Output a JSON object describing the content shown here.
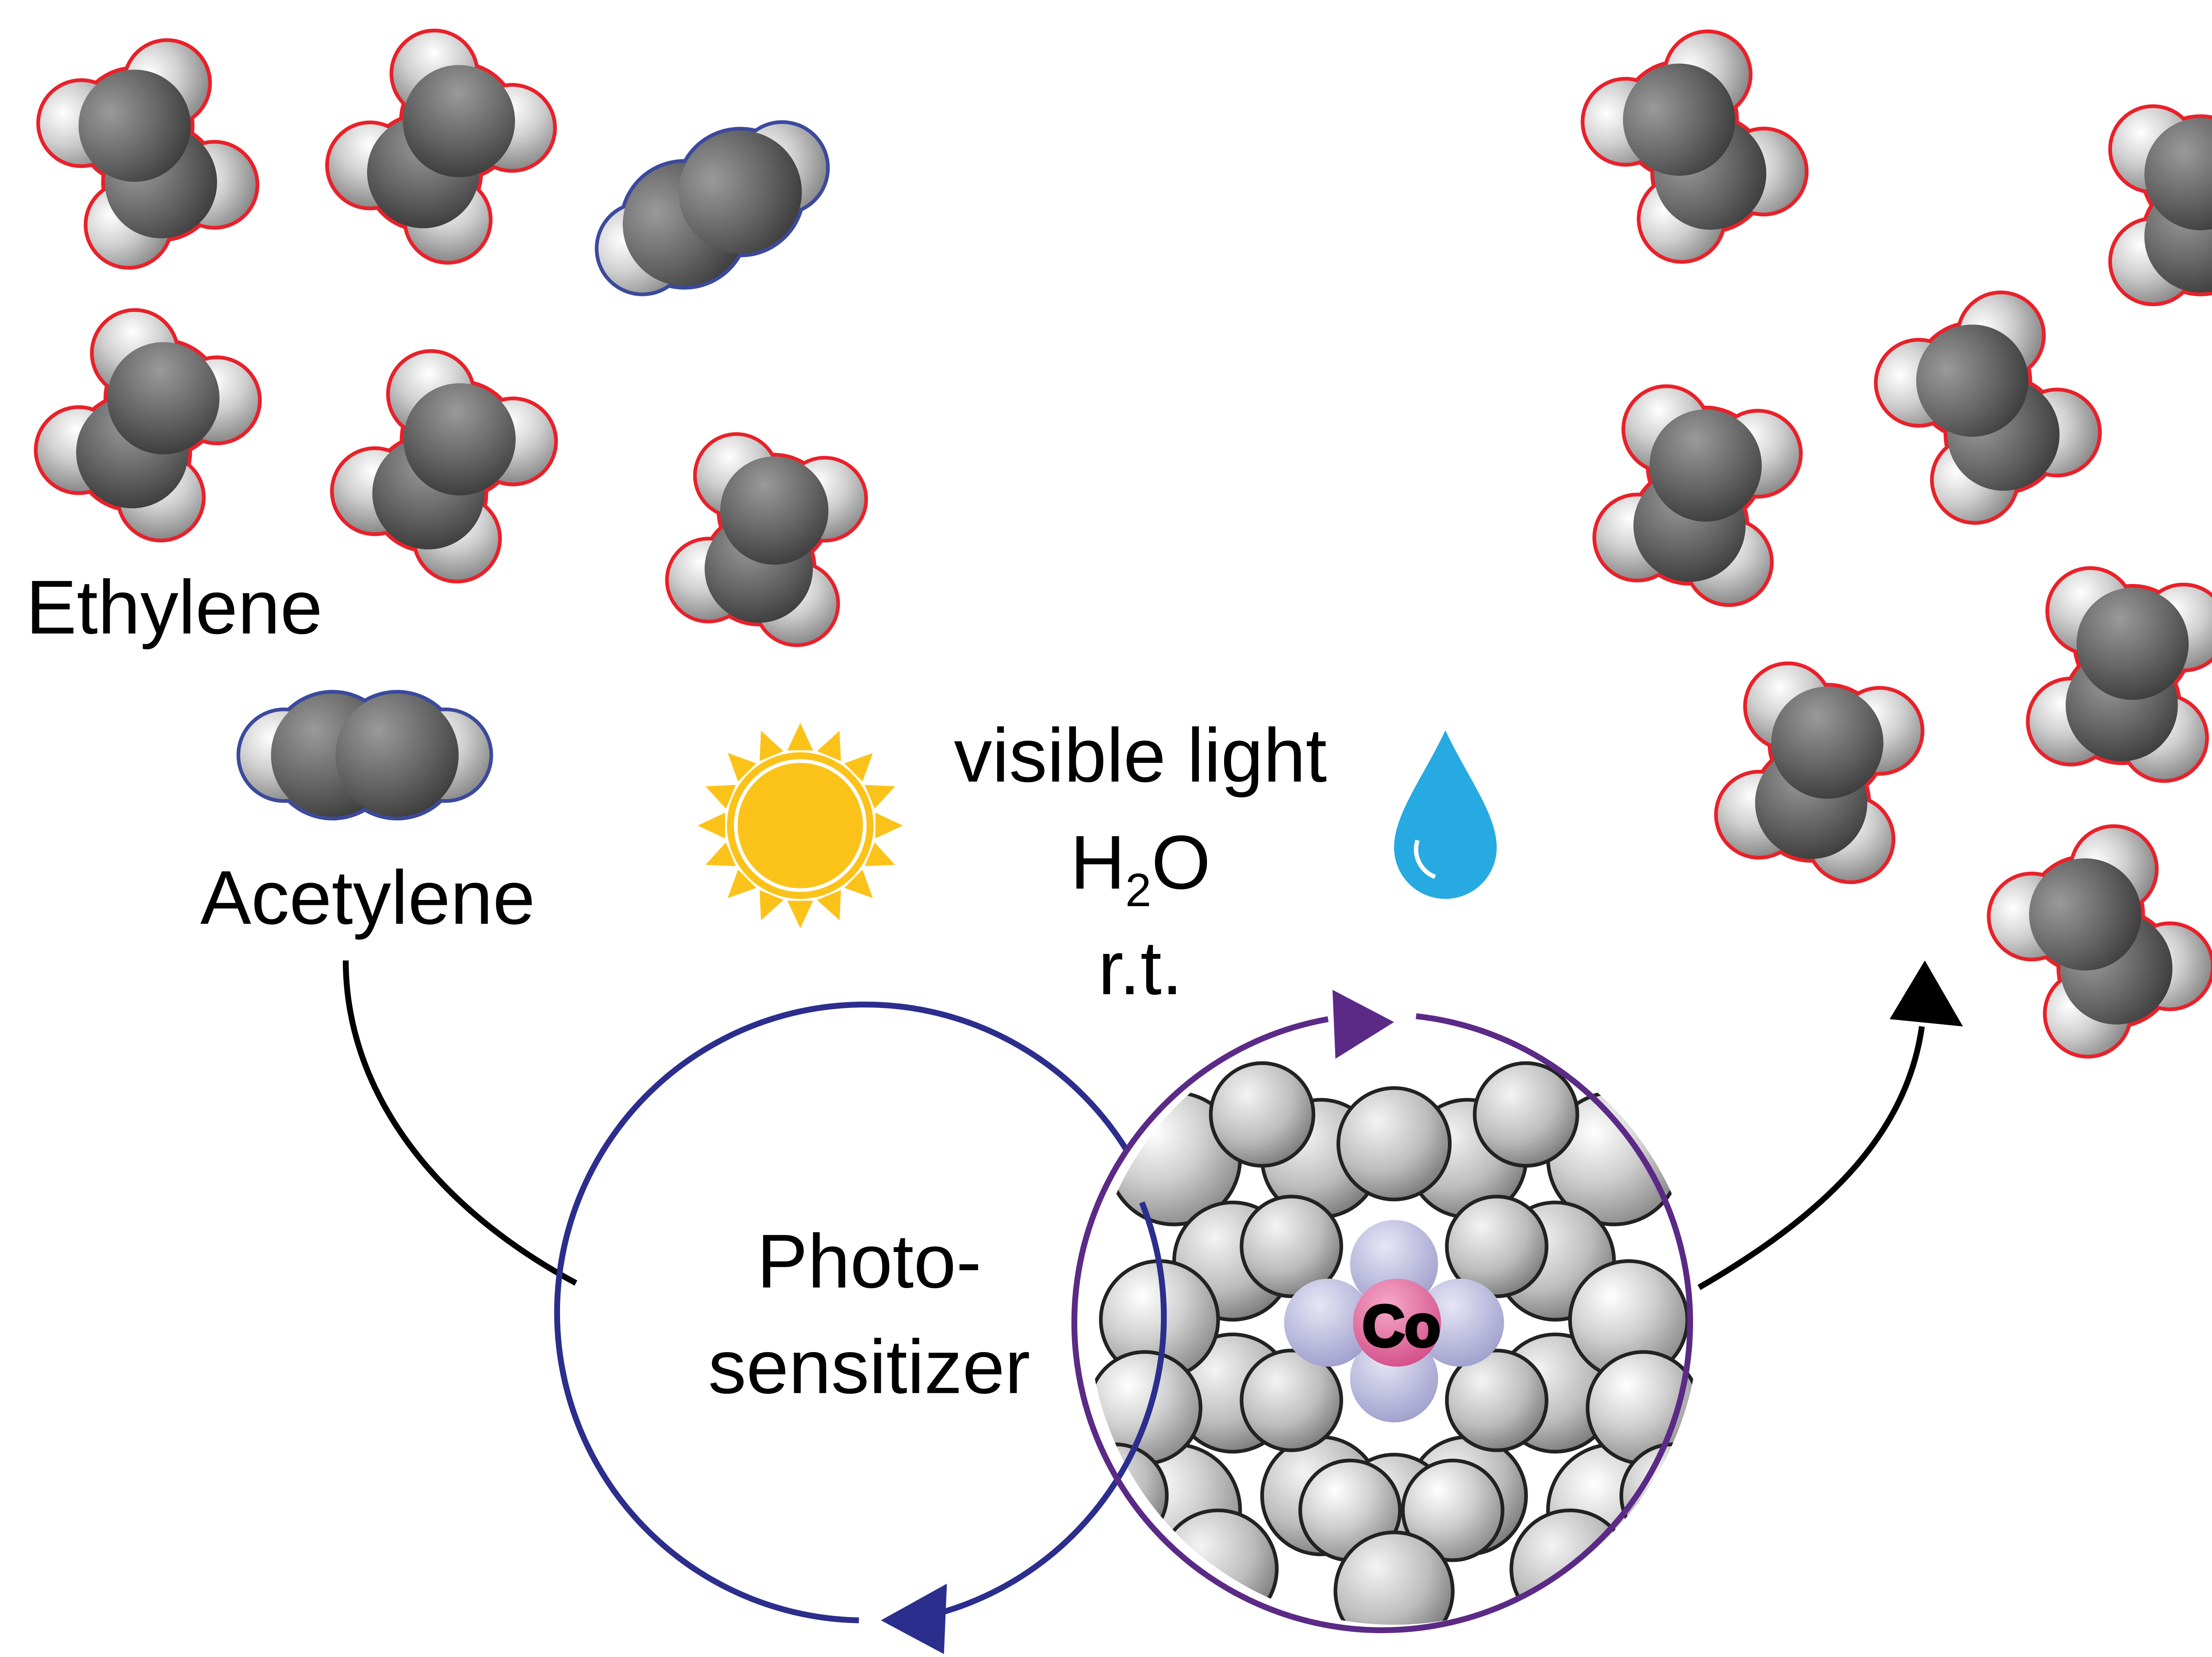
{
  "labels": {
    "ethylene": "Ethylene",
    "acetylene": "Acetylene",
    "conditions_line1": "visible light",
    "conditions_h2o_h": "H",
    "conditions_h2o_sub": "2",
    "conditions_h2o_o": "O",
    "conditions_line3": "r.t.",
    "photosensitizer_line1": "Photo-",
    "photosensitizer_line2": "sensitizer",
    "catalyst_metal": "Co"
  },
  "icons": {
    "sun": "sun-icon",
    "water": "water-drop-icon"
  },
  "colors": {
    "ethylene_outline": "#e8212a",
    "acetylene_outline": "#3b4a9c",
    "photosensitizer_cycle": "#2b2e8c",
    "catalyst_cycle": "#5b2a86",
    "sun": "#fbc31a",
    "water": "#27aae1",
    "cobalt": "#e56aa0",
    "nitrogen": "#b8b8e0",
    "carbon": "#6e6e6e",
    "hydrogen": "#f2f2f2"
  }
}
